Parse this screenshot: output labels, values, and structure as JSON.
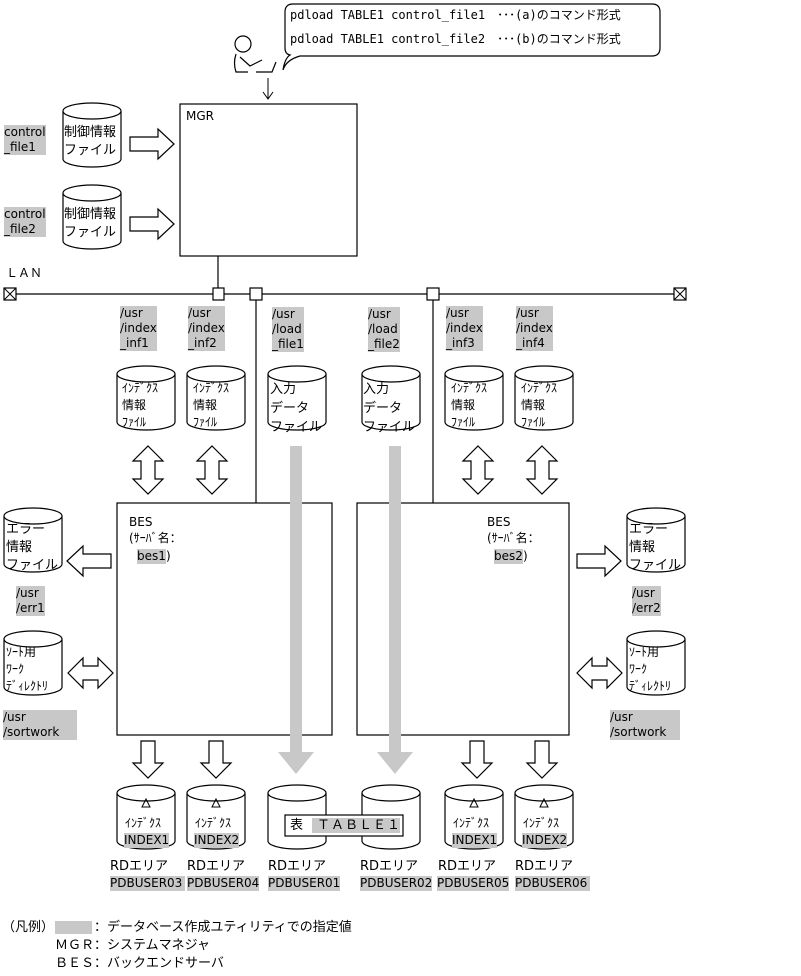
{
  "command_bubble": {
    "line1": "pdload TABLE1 control_file1　･･･(a)のコマンド形式",
    "line2": "pdload TABLE1 control_file2　･･･(b)のコマンド形式"
  },
  "mgr": {
    "label": "MGR"
  },
  "control_files": [
    {
      "path": "control\n_file1",
      "file": "制御情報\nファイル"
    },
    {
      "path": "control\n_file2",
      "file": "制御情報\nファイル"
    }
  ],
  "lan": {
    "label": "ＬＡＮ"
  },
  "index_files": [
    {
      "path": "/usr\n/index\n_inf1",
      "file": "ｲﾝﾃﾞｸｽ\n情報\nﾌｧｲﾙ"
    },
    {
      "path": "/usr\n/index\n_inf2",
      "file": "ｲﾝﾃﾞｸｽ\n情報\nﾌｧｲﾙ"
    },
    {
      "path": "/usr\n/index\n_inf3",
      "file": "ｲﾝﾃﾞｸｽ\n情報\nﾌｧｲﾙ"
    },
    {
      "path": "/usr\n/index\n_inf4",
      "file": "ｲﾝﾃﾞｸｽ\n情報\nﾌｧｲﾙ"
    }
  ],
  "input_files": [
    {
      "path": "/usr\n/load\n_file1",
      "file": "入力\nデータ\nファイル"
    },
    {
      "path": "/usr\n/load\n_file2",
      "file": "入力\nデータ\nファイル"
    }
  ],
  "bes1": {
    "title": "BES\n(ｻｰﾊﾞ名：",
    "server": "bes1",
    "close": ")"
  },
  "bes2": {
    "title": "BES\n(ｻｰﾊﾞ名：",
    "server": "bes2",
    "close": ")"
  },
  "error_files": [
    {
      "file": "エラー\n情報\nファイル",
      "path": "/usr\n/err1"
    },
    {
      "file": "エラー\n情報\nファイル",
      "path": "/usr\n/err2"
    }
  ],
  "sort_dirs": [
    {
      "file": "ｿｰﾄ用\nﾜｰｸ\nﾃﾞｨﾚｸﾄﾘ",
      "path": "/usr\n/sortwork"
    },
    {
      "file": "ｿｰﾄ用\nﾜｰｸ\nﾃﾞｨﾚｸﾄﾘ",
      "path": "/usr\n/sortwork"
    }
  ],
  "rd_areas": [
    {
      "kind": "ｲﾝﾃﾞｸｽ",
      "index": "INDEX1",
      "label": "RDエリア",
      "name": "PDBUSER03"
    },
    {
      "kind": "ｲﾝﾃﾞｸｽ",
      "index": "INDEX2",
      "label": "RDエリア",
      "name": "PDBUSER04"
    },
    {
      "label": "RDエリア",
      "name": "PDBUSER01"
    },
    {
      "label": "RDエリア",
      "name": "PDBUSER02"
    },
    {
      "kind": "ｲﾝﾃﾞｸｽ",
      "index": "INDEX1",
      "label": "RDエリア",
      "name": "PDBUSER05"
    },
    {
      "kind": "ｲﾝﾃﾞｸｽ",
      "index": "INDEX2",
      "label": "RDエリア",
      "name": "PDBUSER06"
    }
  ],
  "table": {
    "prefix": "表",
    "name": "ＴＡＢＬＥ１"
  },
  "legend": {
    "open": "（凡例）",
    "spec": "：データベース作成ユティリティでの指定値",
    "mgr": "ＭＧＲ：システムマネジャ",
    "bes": "ＢＥＳ：バックエンドサーバ"
  }
}
